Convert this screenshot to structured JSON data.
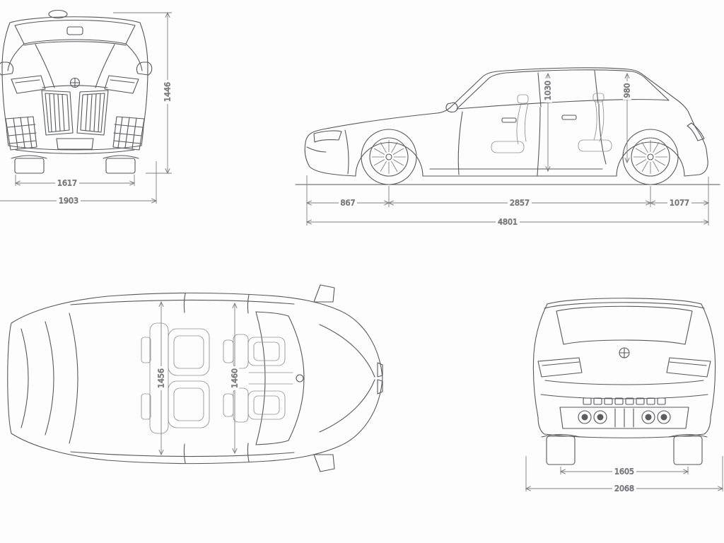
{
  "page": {
    "background": "#fdfdfd",
    "car_line_color": "#56585c",
    "dim_line_color": "#7d7f83",
    "text_color": "#3f4145"
  },
  "views": {
    "front": {
      "name": "front-view",
      "dims": {
        "overall_height": "1446",
        "front_track": "1617",
        "body_width": "1903"
      }
    },
    "side": {
      "name": "side-view",
      "dims": {
        "front_headroom": "1030",
        "rear_headroom": "980",
        "front_overhang": "867",
        "wheelbase": "2857",
        "rear_overhang": "1077",
        "overall_length": "4801"
      }
    },
    "top": {
      "name": "top-view",
      "dims": {
        "rear_shoulder_width": "1456",
        "front_shoulder_width": "1460"
      }
    },
    "rear": {
      "name": "rear-view",
      "dims": {
        "rear_track": "1605",
        "overall_width": "2068"
      }
    }
  }
}
